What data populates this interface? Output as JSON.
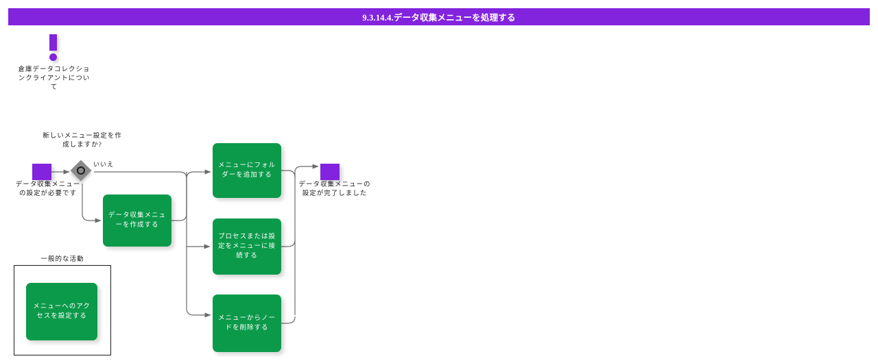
{
  "header": {
    "title": "9.3.14.4.データ収集メニューを処理する",
    "bar_color": "#8223dd",
    "text_color": "#ffffff"
  },
  "theme": {
    "background": "#ffffff",
    "event_color": "#8223dd",
    "task_color": "#0b9a4a",
    "task_text_color": "#ffffff",
    "gateway_color": "#8a8a8a",
    "edge_color": "#6b6b6b",
    "group_border_color": "#1a1a1a",
    "label_color": "#1a1a1a"
  },
  "annotation": {
    "icon": "exclamation-mark-icon",
    "text": "倉庫データコレクションクライアントについて"
  },
  "events": {
    "start": {
      "shape": "square",
      "label": "データ収集メニューの設定が必要です"
    },
    "end": {
      "shape": "square",
      "label": "データ収集メニューの設定が完了しました"
    }
  },
  "gateway": {
    "shape": "diamond-with-circle",
    "question": "新しいメニュー設定を作成しますか?",
    "branch_label": "いいえ"
  },
  "tasks": [
    {
      "id": "create-menu",
      "label": "データ収集メニューを作成する"
    },
    {
      "id": "add-folder",
      "label": "メニューにフォルダーを追加する"
    },
    {
      "id": "connect-node",
      "label": "プロセスまたは設定をメニューに接続する"
    },
    {
      "id": "delete-node",
      "label": "メニューからノードを削除する"
    },
    {
      "id": "set-access",
      "label": "メニューへのアクセスを設定する"
    }
  ],
  "group": {
    "title": "一般的な活動"
  }
}
